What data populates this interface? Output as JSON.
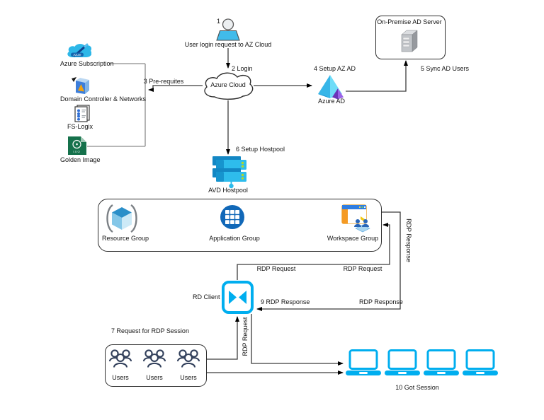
{
  "nodes": {
    "user": {
      "step": "1",
      "label": "User login request to AZ Cloud"
    },
    "azure_cloud": {
      "label": "Azure Cloud"
    },
    "azure_subscription": {
      "label": "Azure Subscription",
      "icon_text": "Azure"
    },
    "domain_controller": {
      "label": "Domain Controller & Networks"
    },
    "fs_logix": {
      "label": "FS-Logix"
    },
    "golden_image": {
      "label": "Golden Image",
      "icon_text": "ISO"
    },
    "azure_ad": {
      "label": "Azure AD"
    },
    "on_premise_ad": {
      "label": "On-Premise AD Server"
    },
    "avd_hostpool": {
      "label": "AVD Hostpool"
    },
    "resource_group": {
      "label": "Resource Group"
    },
    "application_group": {
      "label": "Application Group"
    },
    "workspace_group": {
      "label": "Workspace Group"
    },
    "rd_client": {
      "label": "RD Client"
    },
    "users_group": {
      "title": "7 Request for RDP Session",
      "members": [
        "Users",
        "Users",
        "Users"
      ]
    },
    "devices": {
      "label": "10 Got Session"
    }
  },
  "edges": {
    "login": "2 Login",
    "pre_requisites": "3 Pre-requites",
    "setup_az_ad": "4 Setup AZ AD",
    "sync_ad_users": "5 Sync AD Users",
    "setup_hostpool": "6 Setup Hostpool",
    "rdp_request_left": "RDP Request",
    "rdp_request_right": "RDP Request",
    "rdp_request_vertical": "RDP Request",
    "rdp_response_9": "9  RDP Response",
    "rdp_response_bottom": "RDP Response",
    "rdp_response_vertical": "RDP Response"
  },
  "colors": {
    "cyan": "#00aeef",
    "azure_blue": "#1168b8",
    "navy_outline": "#33415c",
    "green_icon": "#15714b",
    "orange": "#f2a20d",
    "purple": "#6b34b8",
    "line_dark": "#3c3c3c",
    "line_gray": "#8c8c8c"
  }
}
